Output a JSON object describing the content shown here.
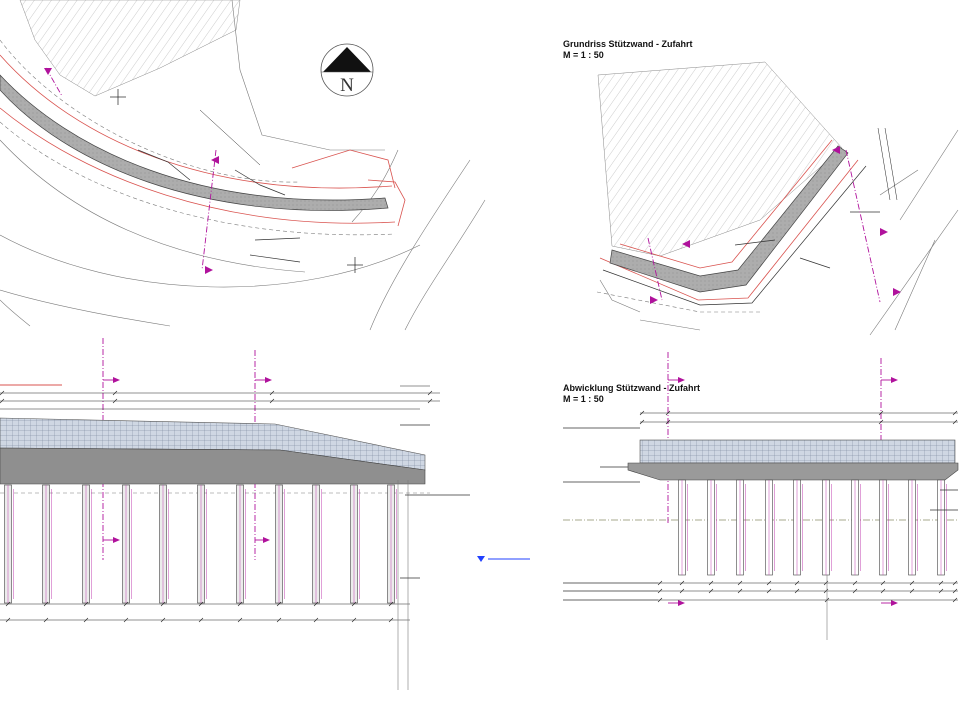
{
  "north_arrow": {
    "label": "N"
  },
  "plan_zufahrt": {
    "title": "Grundriss Stützwand - Zufahrt",
    "scale": "M = 1 : 50"
  },
  "elevation_zufahrt": {
    "title": "Abwicklung Stützwand - Zufahrt",
    "scale": "M = 1 : 50"
  },
  "colors": {
    "section_line": "#b0129c",
    "outline": "#d9534f",
    "wall": "#a9a9a9",
    "panel": "#cfd7e3",
    "level_marker": "#2040ff"
  }
}
